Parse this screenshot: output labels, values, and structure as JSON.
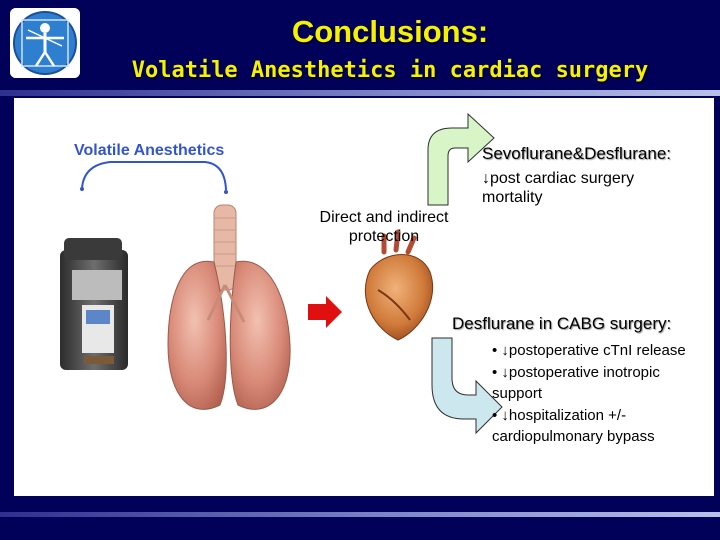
{
  "header": {
    "title": "Conclusions:",
    "subtitle": "Volatile Anesthetics in cardiac surgery"
  },
  "diagram": {
    "volatile_label": "Volatile Anesthetics",
    "direct_label": "Direct and indirect protection",
    "sevo": {
      "heading": "Sevoflurane&Desflurane:",
      "body": "↓post cardiac surgery mortality"
    },
    "cabg": {
      "heading": "Desflurane in CABG surgery:",
      "bullets": [
        "• ↓postoperative cTnI release",
        "• ↓postoperative inotropic support",
        "• ↓hospitalization +/- cardiopulmonary bypass"
      ]
    }
  },
  "colors": {
    "background": "#01015a",
    "title": "#f5f100",
    "volatile_label": "#3355cc",
    "green_arrow": "#d8f5c8",
    "blue_arrow": "#cde7ee",
    "red_arrow": "#e01010"
  },
  "icons": [
    "vitruvian-man-logo",
    "vaporizer-device",
    "lungs-illustration",
    "heart-illustration"
  ]
}
